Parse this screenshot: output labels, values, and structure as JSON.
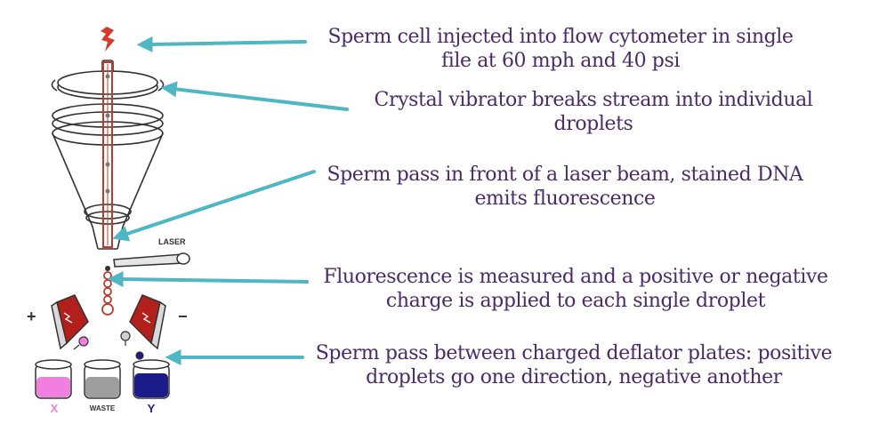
{
  "captions": [
    {
      "line1": "Sperm cell injected into flow cytometer in single",
      "line2": "file at 60 mph and 40 psi"
    },
    {
      "line1": "Crystal vibrator breaks stream into individual",
      "line2": "droplets"
    },
    {
      "line1": "Sperm pass in front of a laser beam, stained DNA",
      "line2": "emits fluorescence"
    },
    {
      "line1": "Fluorescence is measured and a  positive or negative",
      "line2": "charge is applied to each single droplet"
    },
    {
      "line1": "Sperm pass between charged deflator plates:  positive",
      "line2": "droplets go one direction, negative another"
    }
  ],
  "labels": {
    "laser": "LASER",
    "plus": "+",
    "minus": "−",
    "x": "X",
    "waste": "WASTE",
    "y": "Y"
  },
  "colors": {
    "caption": "#4b2a6b",
    "arrow": "#4fb7c4",
    "outline": "#333333",
    "stream": "#c0392b",
    "plate": "#b3201b",
    "x_fill": "#f07fe0",
    "waste_fill": "#9e9e9e",
    "y_fill": "#1c1b8a"
  }
}
